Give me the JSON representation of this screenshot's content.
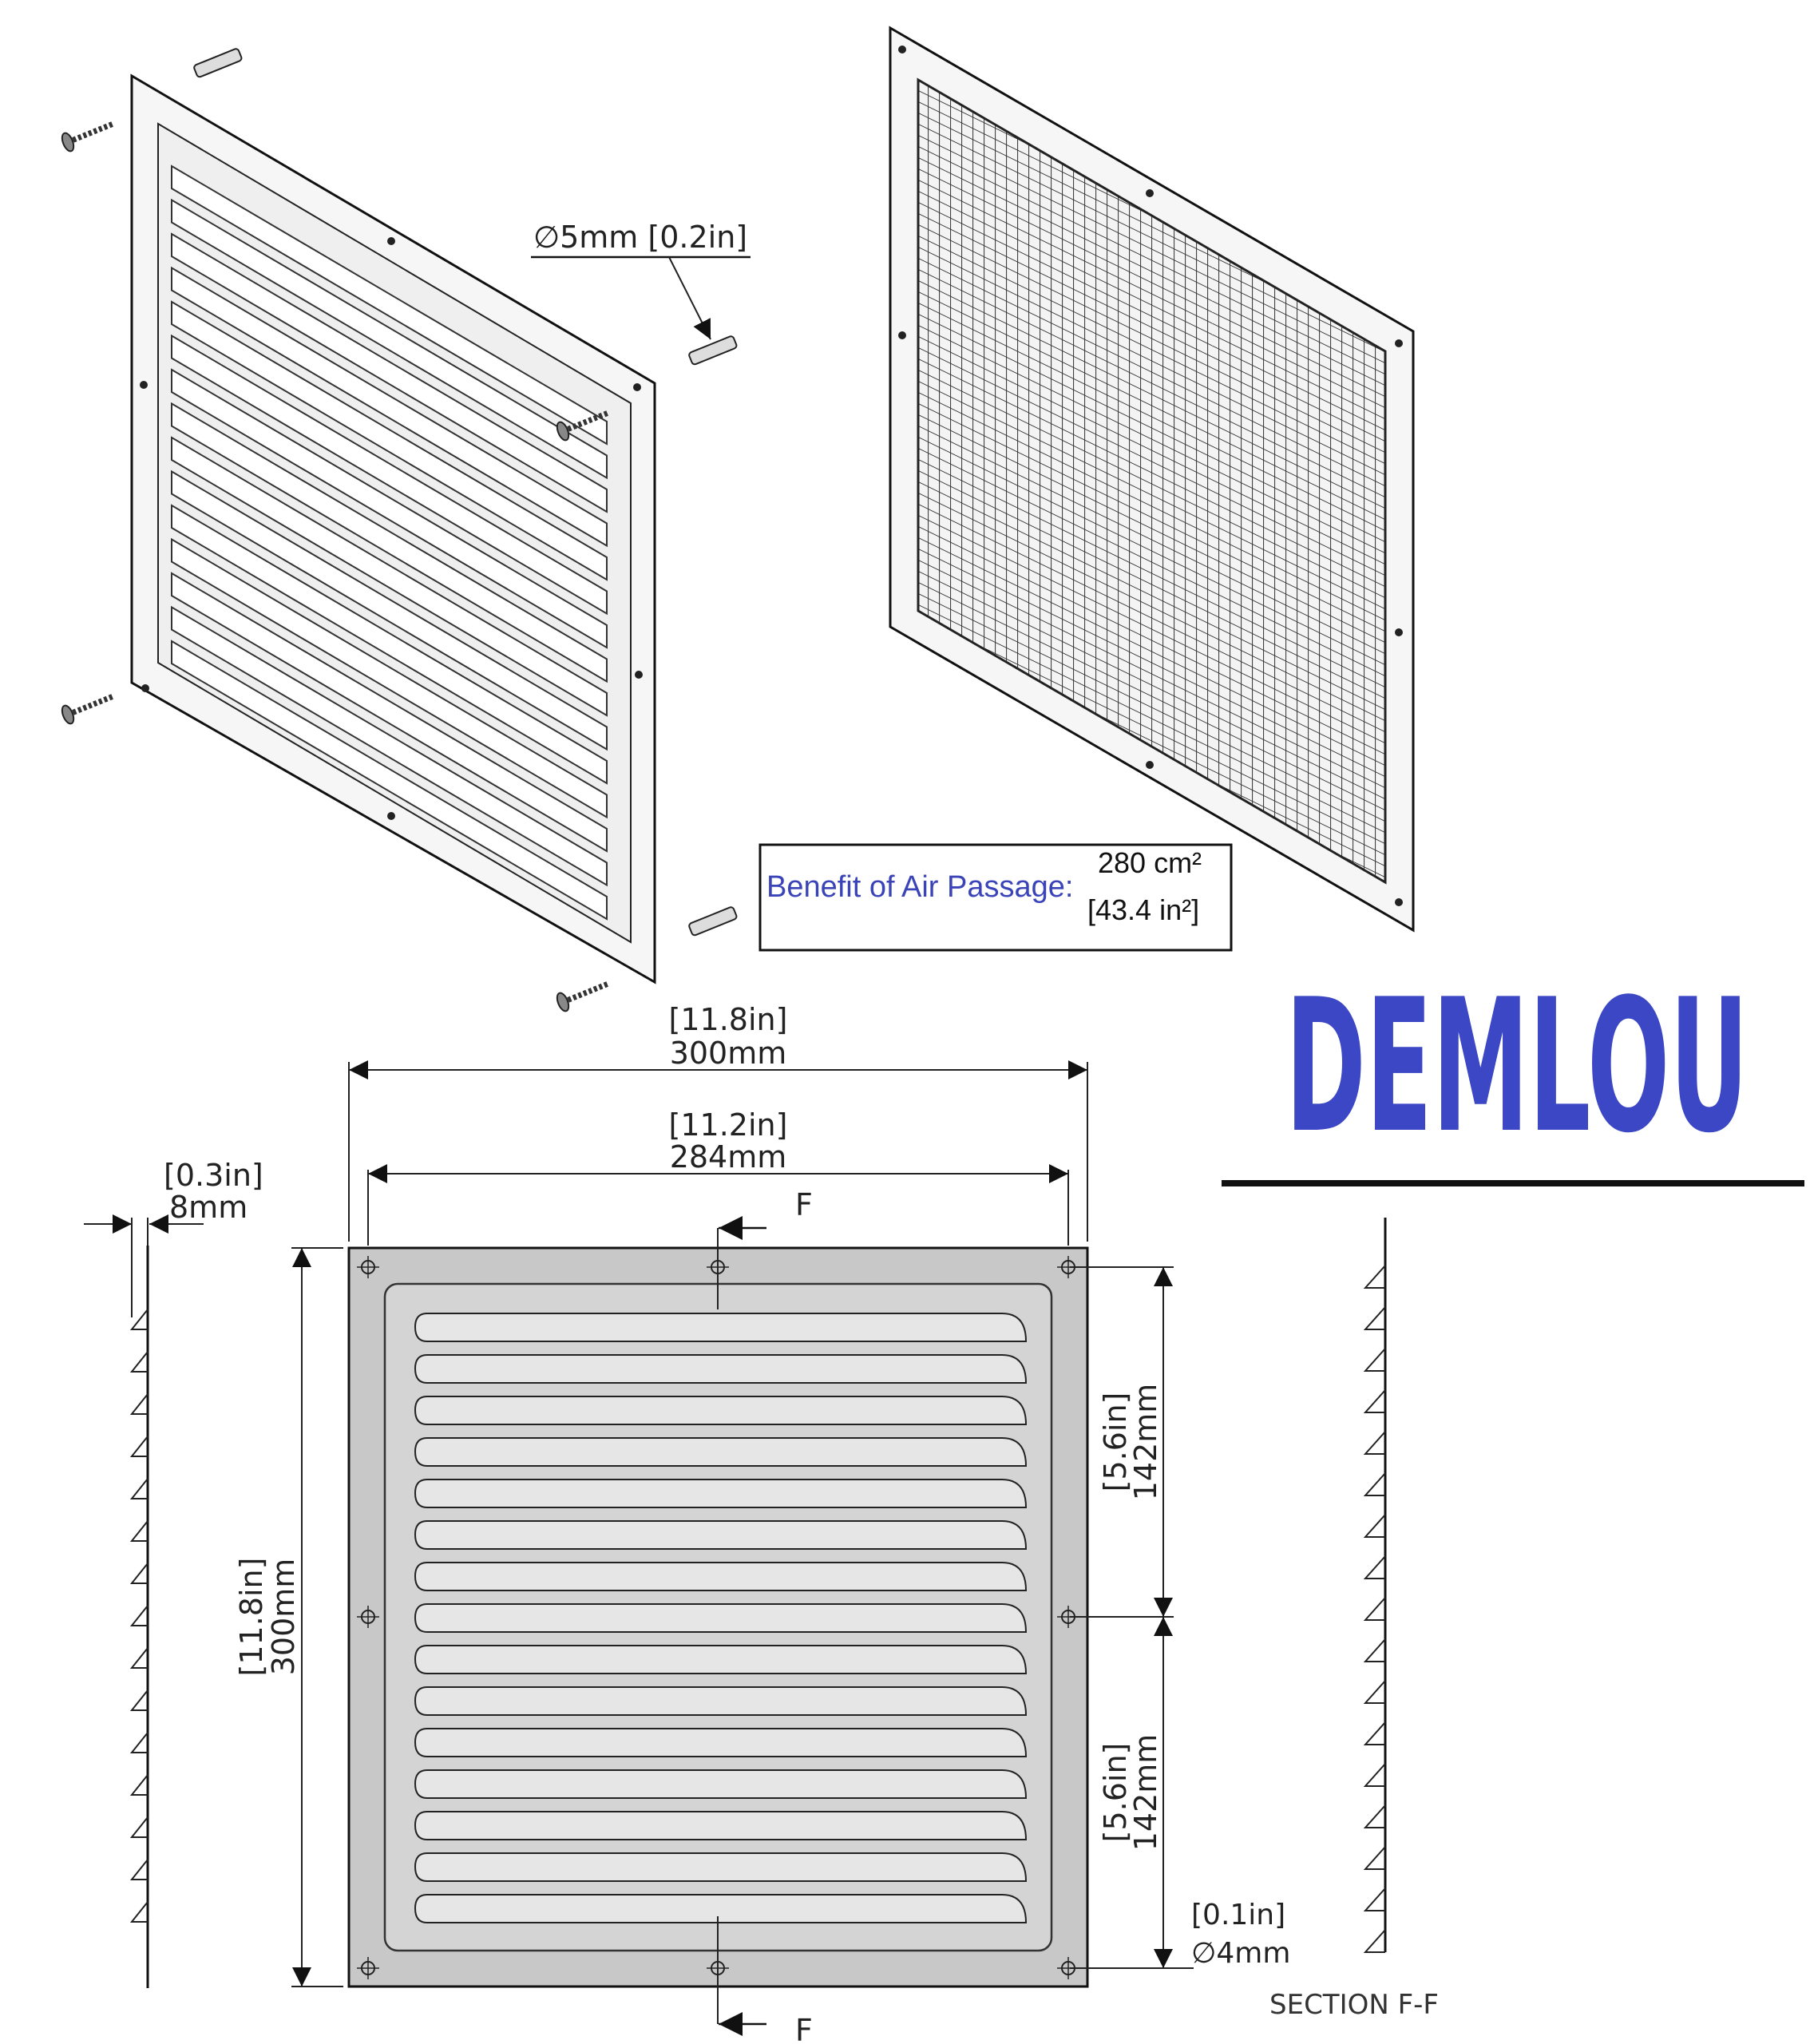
{
  "brand": {
    "name": "DEMLOU",
    "color": "#3b47c4"
  },
  "iso_views": {
    "hole_callout": "∅5mm [0.2in]",
    "benefit_label": "Benefit of Air Passage:",
    "benefit_area_metric": "280 cm²",
    "benefit_area_imperial": "[43.4 in²]",
    "benefit_color": "#3a44b8",
    "louver_count": 15
  },
  "front_view": {
    "overall_width_in": "[11.8in]",
    "overall_width_mm": "300mm",
    "hole_spacing_in": "[11.2in]",
    "hole_spacing_mm": "284mm",
    "overall_height_in": "[11.8in]",
    "overall_height_mm": "300mm",
    "half_spacing_upper_in": "[5.6in]",
    "half_spacing_upper_mm": "142mm",
    "half_spacing_lower_in": "[5.6in]",
    "half_spacing_lower_mm": "142mm",
    "hole_dia_in": "[0.1in]",
    "hole_dia_mm": "∅4mm",
    "section_marker_top": "F",
    "section_marker_bottom": "F",
    "louver_count": 15,
    "plate_color": "#c8c8c8",
    "louver_color": "#e6e6e6"
  },
  "side_view": {
    "depth_in": "[0.3in]",
    "depth_mm": "8mm"
  },
  "section_view": {
    "title": "SECTION F-F"
  }
}
